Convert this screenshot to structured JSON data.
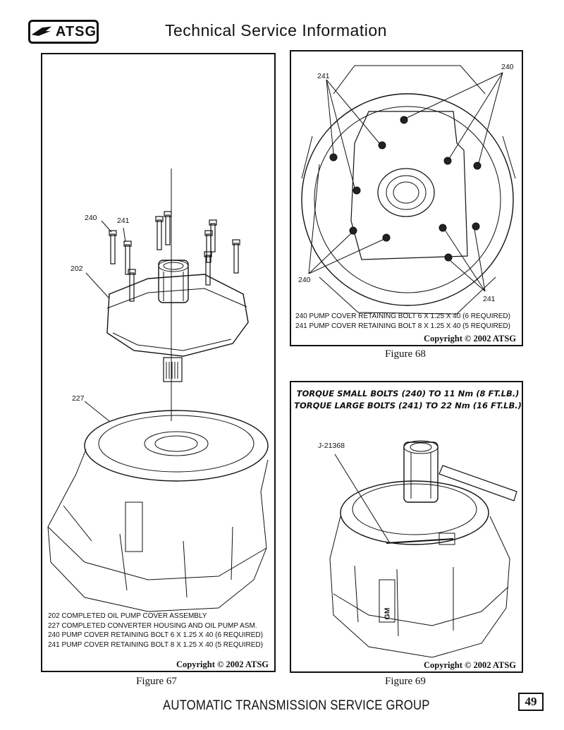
{
  "header": {
    "logo_text": "ATSG",
    "title": "Technical Service Information"
  },
  "figure67": {
    "caption": "Figure 67",
    "copyright": "Copyright © 2002 ATSG",
    "callouts": [
      "240",
      "241",
      "202",
      "227"
    ],
    "legend": [
      "202 COMPLETED OIL PUMP COVER ASSEMBLY",
      "227 COMPLETED CONVERTER HOUSING AND OIL PUMP ASM.",
      "240 PUMP COVER RETAINING BOLT 6 X 1.25 X 40 (6 REQUIRED)",
      "241 PUMP COVER RETAINING BOLT 8 X 1.25 X 40 (5 REQUIRED)"
    ]
  },
  "figure68": {
    "caption": "Figure 68",
    "copyright": "Copyright © 2002 ATSG",
    "callouts": [
      "241",
      "240",
      "240",
      "241"
    ],
    "legend": [
      "240 PUMP COVER RETAINING BOLT 6 X 1.25 X 40 (6 REQUIRED)",
      "241 PUMP COVER RETAINING BOLT 8 X 1.25 X 40 (5 REQUIRED)"
    ]
  },
  "figure69": {
    "caption": "Figure 69",
    "copyright": "Copyright © 2002 ATSG",
    "torque_lines": [
      "TORQUE SMALL BOLTS (240) TO 11 Nm (8 FT.LB.)",
      "TORQUE LARGE BOLTS (241) TO 22 Nm (16 FT.LB.)"
    ],
    "tool_callout": "J-21368",
    "housing_label": "GM"
  },
  "footer": {
    "text": "AUTOMATIC TRANSMISSION SERVICE GROUP",
    "page_number": "49"
  }
}
